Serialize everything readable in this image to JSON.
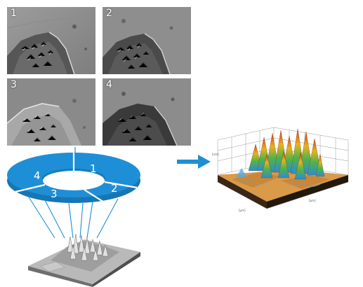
{
  "panels": [
    {
      "number": "1"
    },
    {
      "number": "2"
    },
    {
      "number": "3"
    },
    {
      "number": "4"
    }
  ],
  "ring": {
    "segments": [
      "1",
      "2",
      "3",
      "4"
    ],
    "color": "#1e8fd6"
  },
  "arrow": {
    "color": "#1e8fd6"
  },
  "plot": {
    "axis_label_x": "[µm]",
    "axis_label_y": "[µm]",
    "axis_label_z": "[nm]"
  }
}
